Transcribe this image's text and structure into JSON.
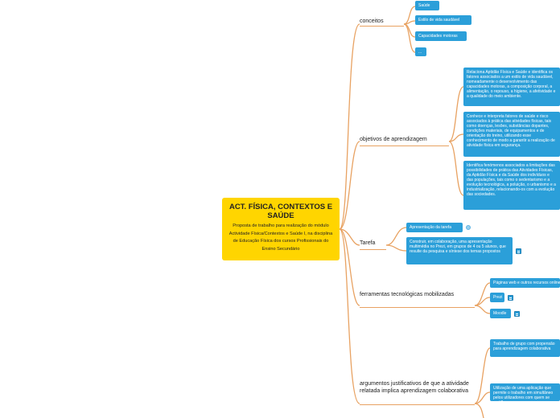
{
  "root": {
    "title": "ACT. FÍSICA, CONTEXTOS E SAÚDE",
    "subtitle": "Proposta de trabalho para realização do módulo Actividade Física/Contextos e Saúde I, na disciplina de Educação Física dos cursos Profissionais do Ensino Secundário"
  },
  "topics": {
    "conceitos": {
      "label": "conceitos",
      "items": [
        "Saúde",
        "Estilo de vida saudável",
        "Capacidades motoras",
        "..."
      ]
    },
    "objetivos": {
      "label": "objetivos de aprendizagem",
      "items": [
        "Relaciona Aptidão Física e Saúde e identifica os fatores associados a um estilo de vida saudável, nomeadamente o desenvolvimento das capacidades motoras, a composição corporal, a alimentação, o repouso, a higiene, a afetividade e a qualidade do meio ambiente.",
        "Conhece e interpreta fatores de saúde e risco associados à prática das atividades físicas, tais como doenças, lesões, substâncias dopantes, condições materiais, de equipamentos e de orientação do treino, utilizando esse conhecimento de modo a garantir a realização de atividade física em segurança.",
        "Identifica fenómenos associados a limitações das possibilidades de prática das Atividades Físicas, da Aptidão Física e da Saúde dos indivíduos e das populações, tais como o sedentarismo e a evolução tecnológica, a poluição, o urbanismo e a industrialização, relacionando-os com a evolução das sociedades."
      ]
    },
    "tarefa": {
      "label": "Tarefa",
      "items": [
        "Apresentação da tarefa",
        "Construir, em colaboração, uma apresentação multimédia no Prezi, em grupos de 4 ou 5 alunos, que resulte da pesquisa e síntese dos temas propostos"
      ]
    },
    "ferramentas": {
      "label": "ferramentas tecnológicas mobilizadas",
      "items": [
        "Páginas web e outros recursos online",
        "Prezi",
        "Moodle"
      ]
    },
    "argumentos": {
      "label": "argumentos justificativos de que a atividade relatada implica aprendizagem colaborativa",
      "items": [
        "Trabalho de grupo com propensão para aprendizagem colaborativa",
        "Utilização de uma aplicação que permite o trabalho em simultâneo pelos utilizadores com quem se partilha"
      ]
    }
  },
  "colors": {
    "root": "#ffd500",
    "subtopic": "#2b9fd9",
    "connector": "#e8a262"
  }
}
